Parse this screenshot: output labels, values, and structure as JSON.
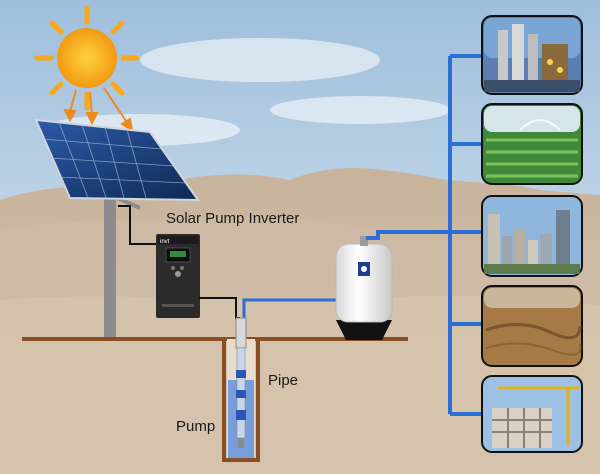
{
  "labels": {
    "inverter": "Solar Pump Inverter",
    "pipe": "Pipe",
    "pump": "Pump"
  },
  "inverter_brand": "invt",
  "colors": {
    "sky_top": "#9fbfdc",
    "sky_bottom": "#e3ecf2",
    "desert": "#c9b39b",
    "desert_dark": "#a8917b",
    "ground_line": "#8a4e24",
    "pipe": "#2a6fd6",
    "sun": "#f7a81b",
    "panel": "#1d3f7a",
    "inverter": "#2b2b2b",
    "tank": "#f2f2f2"
  },
  "icons": {
    "sun": "sun-icon",
    "panel": "solar-panel-icon",
    "inverter": "inverter-icon",
    "tank": "pressure-tank-icon",
    "pump": "submersible-pump-icon"
  },
  "applications": [
    "industrial-plant-image",
    "irrigation-field-image",
    "city-buildings-image",
    "dry-land-image",
    "construction-site-image"
  ]
}
